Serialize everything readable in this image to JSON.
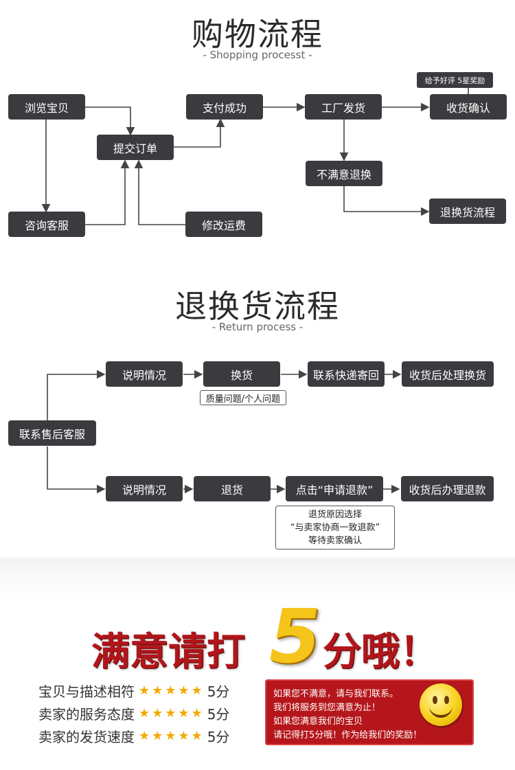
{
  "shopping": {
    "title": "购物流程",
    "subtitle": "- Shopping processt -",
    "nodes": {
      "browse": "浏览宝贝",
      "consult": "咨询客服",
      "submit_order": "提交订单",
      "pay_success": "支付成功",
      "modify_shipping": "修改运费",
      "factory_ship": "工厂发货",
      "receive_confirm": "收货确认",
      "unsatisfied_exchange": "不满意退换",
      "return_flow": "退换货流程"
    },
    "review_tag": "给予好评 5星奖励"
  },
  "returns": {
    "title": "退换货流程",
    "subtitle": "- Return process -",
    "nodes": {
      "contact_service": "联系售后客服",
      "explain_top": "说明情况",
      "exchange": "换货",
      "express_back": "联系快递寄回",
      "exchange_after": "收货后处理换货",
      "explain_bottom": "说明情况",
      "return_goods": "退货",
      "click_refund": "点击“申请退款”",
      "refund_after": "收货后办理退款"
    },
    "exchange_note": "质量问题/个人问题",
    "refund_note": [
      "退货原因选择",
      "“与卖家协商一致退款”",
      "等待卖家确认"
    ]
  },
  "rating": {
    "slogan_left": "满意请打",
    "slogan_number": "5",
    "slogan_right": "分哦！",
    "rows": [
      {
        "label": "宝贝与描述相符",
        "stars": "★★★★★",
        "score": "5分"
      },
      {
        "label": "卖家的服务态度",
        "stars": "★★★★★",
        "score": "5分"
      },
      {
        "label": "卖家的发货速度",
        "stars": "★★★★★",
        "score": "5分"
      }
    ],
    "message": [
      "如果您不满意，请与我们联系。",
      "我们将服务到您满意为止！",
      "如果您满意我们的宝贝",
      "请记得打5分哦！作为给我们的奖励！"
    ],
    "colors": {
      "slogan": "#b0161b",
      "five": "#f4c41b",
      "stars": "#f2a900",
      "box": "#b5161b"
    }
  }
}
